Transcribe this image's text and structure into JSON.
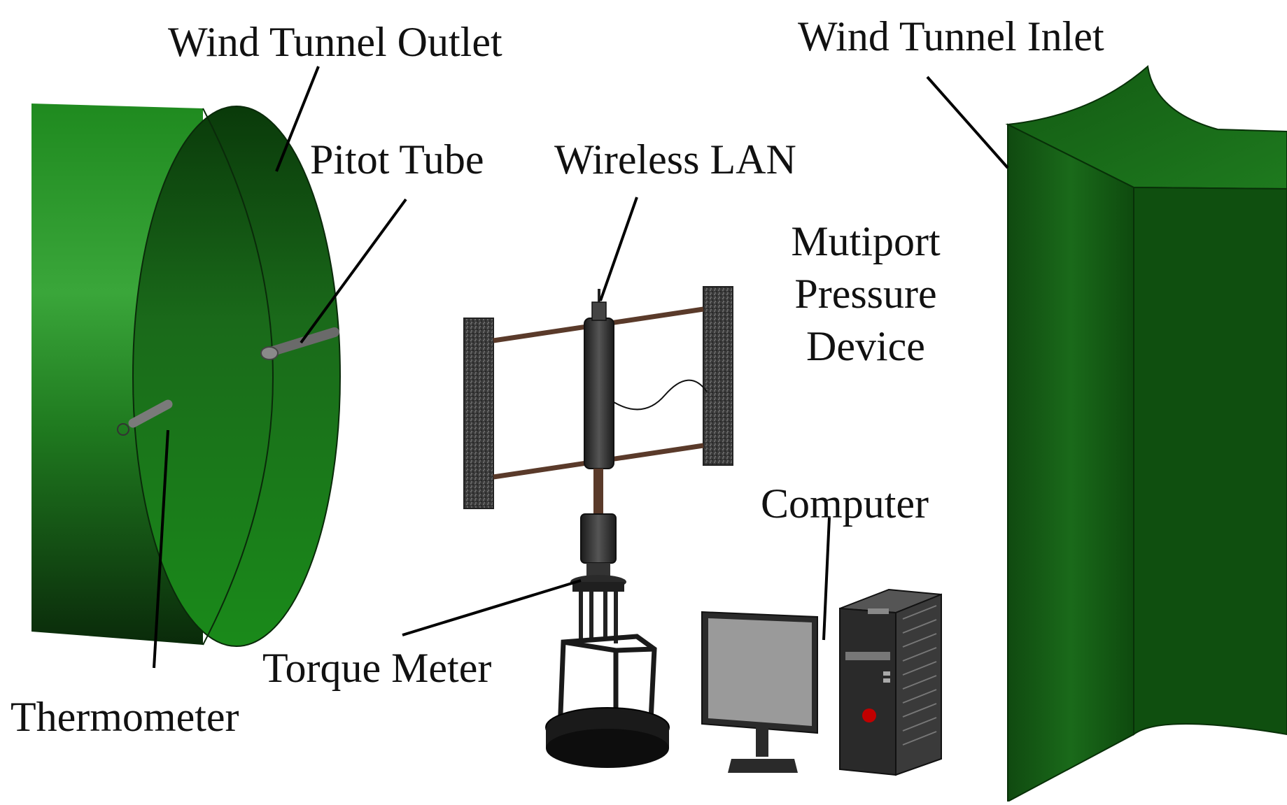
{
  "labels": {
    "outlet": "Wind Tunnel Outlet",
    "inlet": "Wind Tunnel Inlet",
    "pitot": "Pitot Tube",
    "wlan": "Wireless LAN",
    "mp_line1": "Mutiport",
    "mp_line2": "Pressure",
    "mp_line3": "Device",
    "computer": "Computer",
    "torque": "Torque Meter",
    "thermo": "Thermometer"
  },
  "colors": {
    "tunnel_green": "#1f7a1f",
    "tunnel_dark": "#0b3a0b",
    "device_dark": "#2b2b2b",
    "screen_gray": "#9a9a9a",
    "power_red": "#c00000"
  }
}
